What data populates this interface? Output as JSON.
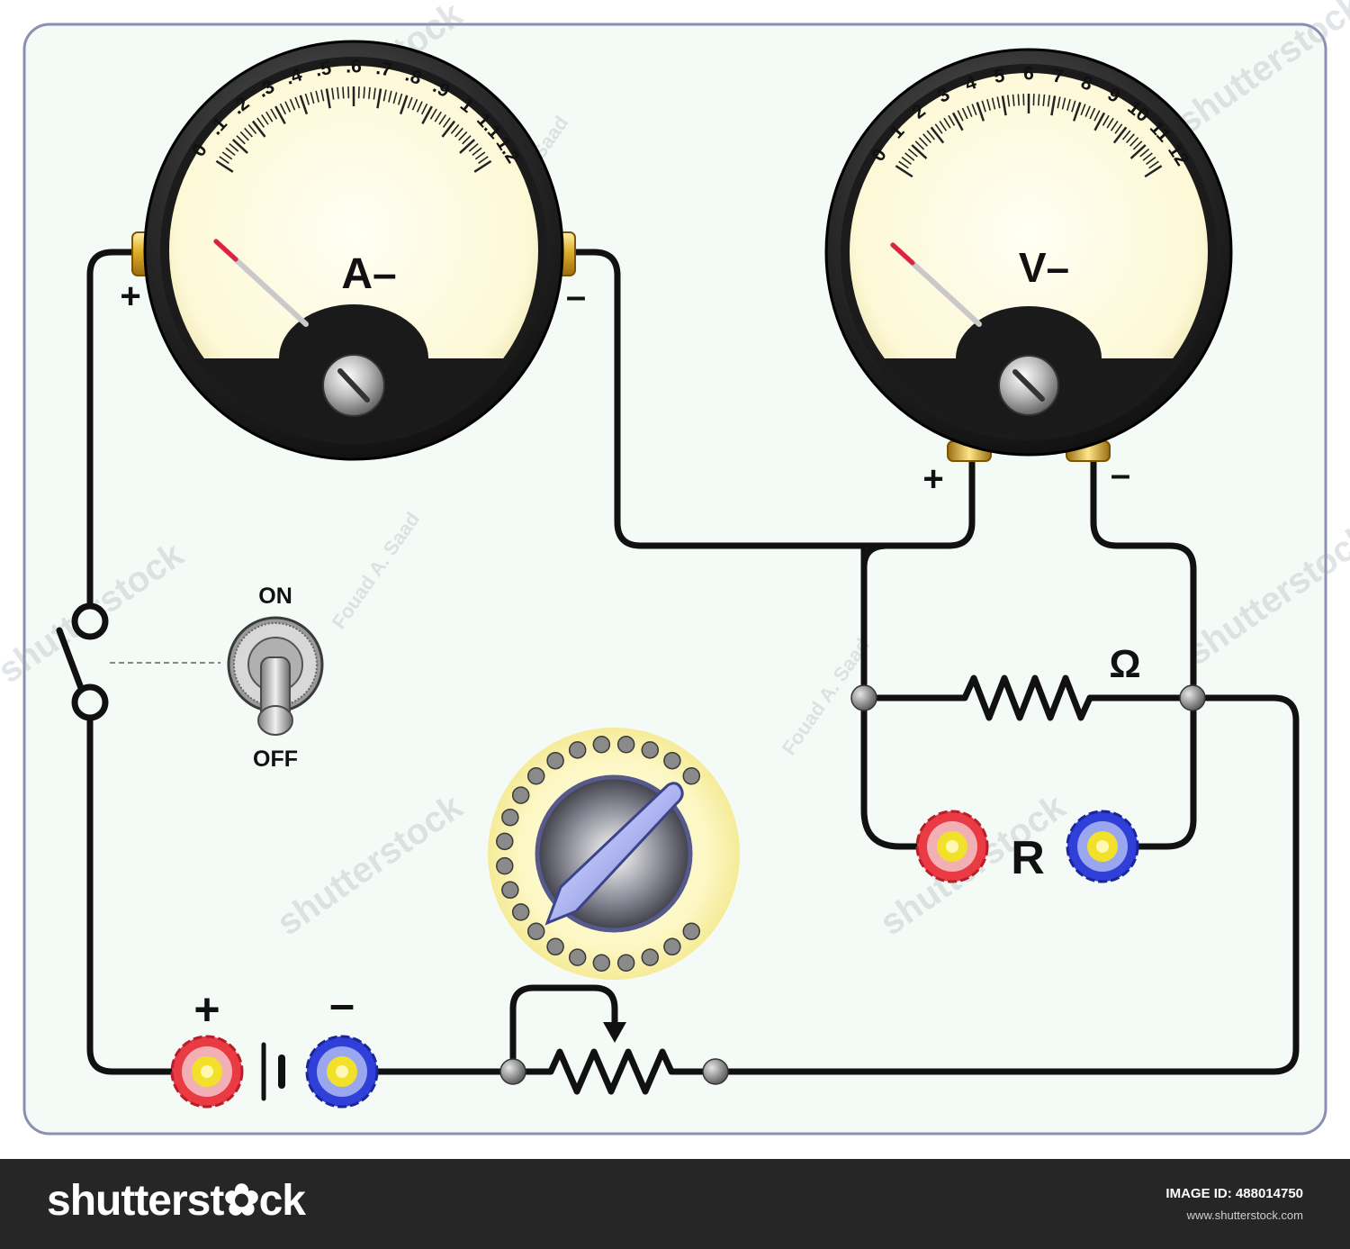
{
  "ammeter": {
    "symbol": "A–",
    "scale": [
      "0",
      ".1",
      ".2",
      ".3",
      ".4",
      ".5",
      ".6",
      ".7",
      ".8",
      ".9",
      "1",
      "1.1",
      "1.2"
    ],
    "plus": "+",
    "minus": "–"
  },
  "voltmeter": {
    "symbol": "V–",
    "scale": [
      "0",
      "1",
      "2",
      "3",
      "4",
      "5",
      "6",
      "7",
      "8",
      "9",
      "10",
      "11",
      "12"
    ],
    "plus": "+",
    "minus": "–"
  },
  "switch": {
    "on_label": "ON",
    "off_label": "OFF"
  },
  "resistor": {
    "unit_symbol": "Ω",
    "terminal_label": "R"
  },
  "battery": {
    "plus": "+",
    "minus": "–"
  },
  "watermarks": {
    "site": "shutterstock",
    "author": "Fouad A. Saad"
  },
  "footer": {
    "logo": "shutterst✿ck",
    "image_id": "IMAGE ID: 488014750",
    "url": "www.shutterstock.com"
  },
  "colors": {
    "panel_bg": "#f4fbf7",
    "panel_border": "#8c8fb2",
    "wire": "#111111",
    "meter_face": "#fffce6",
    "needle_tip": "#e02040",
    "terminal_red": "#ea3a44",
    "terminal_blue": "#2f3fd8",
    "terminal_center": "#f2e12a",
    "brass": "#d9a521"
  }
}
